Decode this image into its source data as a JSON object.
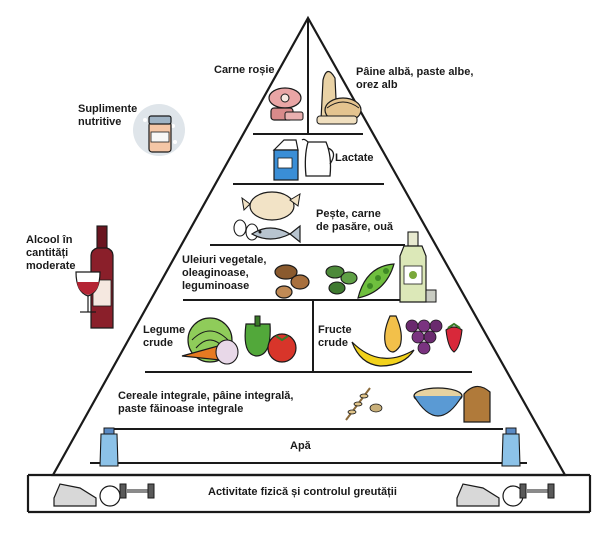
{
  "diagram": {
    "labels": {
      "red_meat": "Carne roșie",
      "white_bread": "Pâine albă, paste albe,\norez alb",
      "supplements": "Suplimente\nnutritive",
      "dairy": "Lactate",
      "fish": "Pește, carne\nde pasăre, ouă",
      "oils": "Uleiuri vegetale,\noleaginoase,\nleguminoase",
      "alcohol": "Alcool în\ncantități\nmoderate",
      "vegetables": "Legume\ncrude",
      "fruits": "Fructe\ncrude",
      "grains": "Cereale integrale, pâine integrală,\npaste făinoase integrale",
      "water": "Apă",
      "activity": "Activitate fizică și controlul greutății"
    },
    "icons": [
      "meat-icon",
      "bread-icon",
      "supplement-jar-icon",
      "milk-carton-icon",
      "jug-icon",
      "chicken-icon",
      "fish-icon",
      "eggs-icon",
      "nuts-icon",
      "beans-icon",
      "peas-pod-icon",
      "oil-bottle-icon",
      "wine-bottle-icon",
      "wine-glass-icon",
      "lettuce-icon",
      "pepper-icon",
      "carrot-icon",
      "tomato-icon",
      "pear-icon",
      "grapes-icon",
      "banana-icon",
      "strawberry-icon",
      "cereal-bowl-icon",
      "wheat-icon",
      "water-bottle-icon",
      "sneakers-icon",
      "dumbbell-icon"
    ],
    "colors": {
      "outline": "#1a1a1a",
      "red_wine": "#8a1f2a",
      "banana": "#f2d21c",
      "grapes": "#6a2a6e",
      "tomato": "#d8352a",
      "lettuce": "#5fae3a",
      "carrot": "#e67a22",
      "water": "#8cc2e8",
      "milk_carton": "#3a8ed6"
    }
  }
}
